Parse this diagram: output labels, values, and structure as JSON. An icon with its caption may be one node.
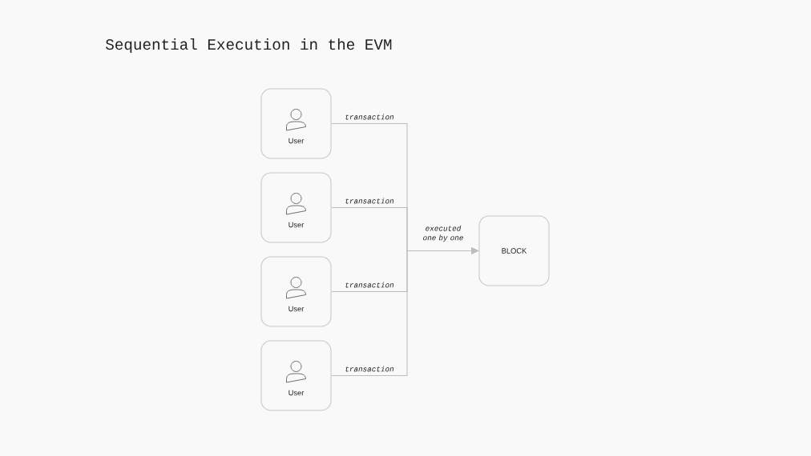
{
  "diagram": {
    "title": "Sequential Execution in the EVM",
    "nodes": [
      {
        "text": [
          "User"
        ]
      },
      {
        "text": [
          "User"
        ]
      },
      {
        "text": [
          "User"
        ]
      },
      {
        "text": [
          "User"
        ]
      },
      {
        "text": [
          "BLOCK"
        ]
      }
    ],
    "edges": [
      {
        "from": 0,
        "to": 4,
        "arrow": "to",
        "label": "transaction"
      },
      {
        "from": 1,
        "to": 4,
        "arrow": "to",
        "label": "transaction"
      },
      {
        "from": 2,
        "to": 4,
        "arrow": "to",
        "label": "transaction"
      },
      {
        "from": 3,
        "to": 4,
        "arrow": "to",
        "label": "transaction"
      }
    ],
    "labels": [
      "executed one by one"
    ]
  }
}
